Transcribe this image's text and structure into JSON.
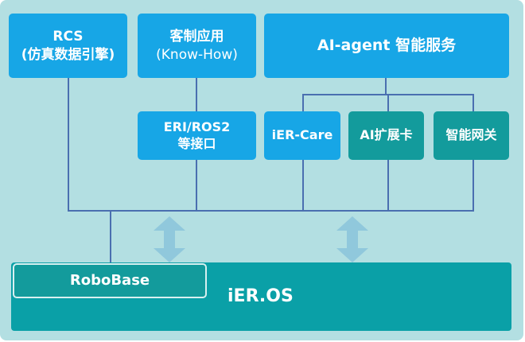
{
  "boxes": {
    "rcs": {
      "line1": "RCS",
      "line2": "(仿真数据引擎)"
    },
    "custom": {
      "line1": "客制应用",
      "line2": "(Know-How)"
    },
    "agent": {
      "label": "AI-agent 智能服务"
    },
    "eri": {
      "line1": "ERI/ROS2",
      "line2": "等接口"
    },
    "care": {
      "label": "iER-Care"
    },
    "card": {
      "label": "AI扩展卡"
    },
    "gateway": {
      "label": "智能网关"
    }
  },
  "os": {
    "label": "iER.OS",
    "robobase": "RoboBase"
  },
  "colors": {
    "blue": "#17a6e6",
    "teal": "#139b9c",
    "bar": "#0aa0a7",
    "line": "#4a6fb0",
    "background": "#b3dfe2"
  }
}
